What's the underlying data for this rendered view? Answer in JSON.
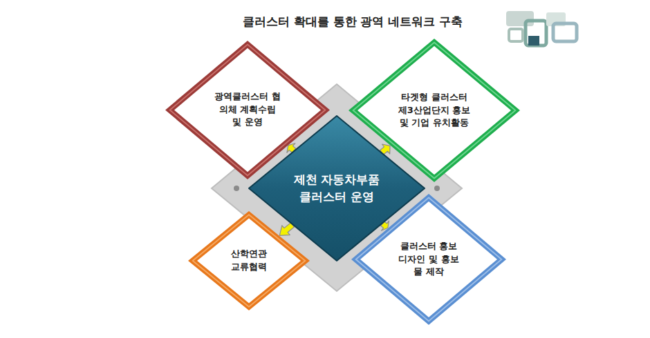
{
  "diagram": {
    "title": "클러스터 확대를 통한 광역 네트워크 구축",
    "nodes": [
      {
        "text": [
          "광역클러스터 협의체 계획수립 및 운영"
        ]
      },
      {
        "text": [
          "타겟형 클러스터 제3산업단지 홍보 및 기업 유치활동"
        ]
      },
      {
        "text": [
          "제천 자동차부품 클러스터 운영"
        ]
      },
      {
        "text": [
          "산학연관 교류협력"
        ]
      },
      {
        "text": [
          "클러스터 홍보 디자인 및 홍보물 제작"
        ]
      }
    ],
    "edges": [
      {
        "from": 2,
        "to": 0,
        "arrow": "to"
      },
      {
        "from": 2,
        "to": 1,
        "arrow": "to"
      },
      {
        "from": 2,
        "to": 3,
        "arrow": "to"
      },
      {
        "from": 2,
        "to": 4,
        "arrow": "to"
      }
    ]
  }
}
